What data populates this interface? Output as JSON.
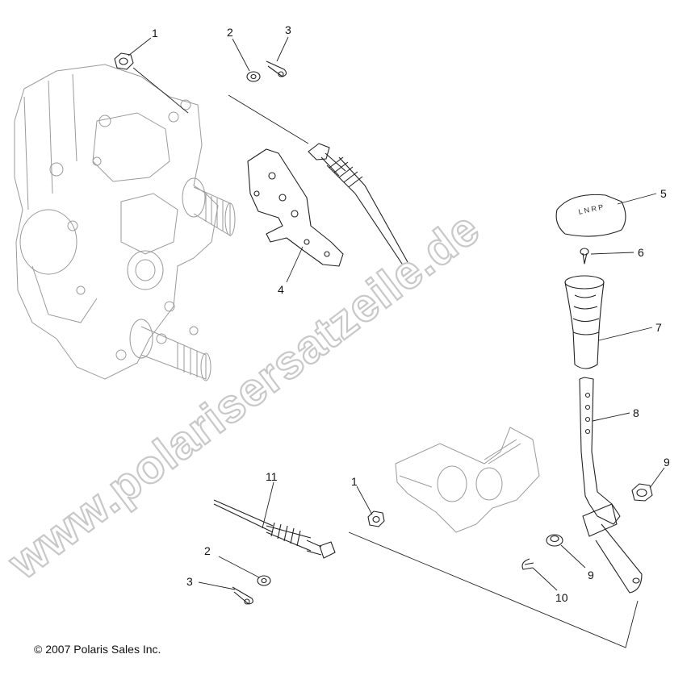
{
  "watermark": "www.polarisersatzeile.de",
  "copyright": "© 2007 Polaris Sales Inc.",
  "callouts": {
    "c1a": "1",
    "c2a": "2",
    "c3a": "3",
    "c4": "4",
    "c5": "5",
    "c6": "6",
    "c7": "7",
    "c8": "8",
    "c9a": "9",
    "c9b": "9",
    "c10": "10",
    "c11": "11",
    "c1b": "1",
    "c2b": "2",
    "c3b": "3"
  },
  "shifter_knob_letters": "L N R P"
}
